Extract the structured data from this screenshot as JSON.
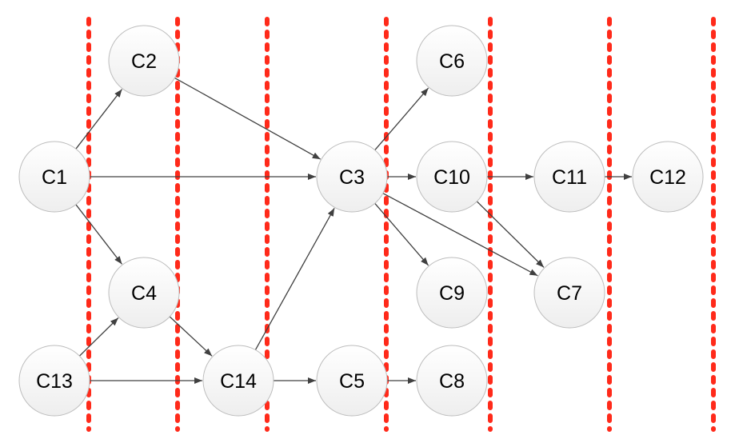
{
  "diagram": {
    "type": "directed-graph",
    "colors": {
      "divider": "#ff2a1a",
      "edge": "#404040",
      "node_fill_top": "#ffffff",
      "node_fill_bottom": "#eeeeee",
      "node_stroke": "#bdbdbd",
      "label": "#000000"
    },
    "nodes": [
      {
        "id": "C1",
        "label": "C1"
      },
      {
        "id": "C2",
        "label": "C2"
      },
      {
        "id": "C3",
        "label": "C3"
      },
      {
        "id": "C4",
        "label": "C4"
      },
      {
        "id": "C5",
        "label": "C5"
      },
      {
        "id": "C6",
        "label": "C6"
      },
      {
        "id": "C7",
        "label": "C7"
      },
      {
        "id": "C8",
        "label": "C8"
      },
      {
        "id": "C9",
        "label": "C9"
      },
      {
        "id": "C10",
        "label": "C10"
      },
      {
        "id": "C11",
        "label": "C11"
      },
      {
        "id": "C12",
        "label": "C12"
      },
      {
        "id": "C13",
        "label": "C13"
      },
      {
        "id": "C14",
        "label": "C14"
      }
    ],
    "edges": [
      {
        "from": "C1",
        "to": "C2"
      },
      {
        "from": "C1",
        "to": "C3"
      },
      {
        "from": "C1",
        "to": "C4"
      },
      {
        "from": "C2",
        "to": "C3"
      },
      {
        "from": "C13",
        "to": "C4"
      },
      {
        "from": "C13",
        "to": "C14"
      },
      {
        "from": "C4",
        "to": "C14"
      },
      {
        "from": "C14",
        "to": "C3"
      },
      {
        "from": "C14",
        "to": "C5"
      },
      {
        "from": "C5",
        "to": "C8"
      },
      {
        "from": "C3",
        "to": "C6"
      },
      {
        "from": "C3",
        "to": "C10"
      },
      {
        "from": "C3",
        "to": "C9"
      },
      {
        "from": "C3",
        "to": "C7"
      },
      {
        "from": "C10",
        "to": "C11"
      },
      {
        "from": "C10",
        "to": "C7"
      },
      {
        "from": "C11",
        "to": "C12"
      }
    ],
    "divider_count": 7
  }
}
